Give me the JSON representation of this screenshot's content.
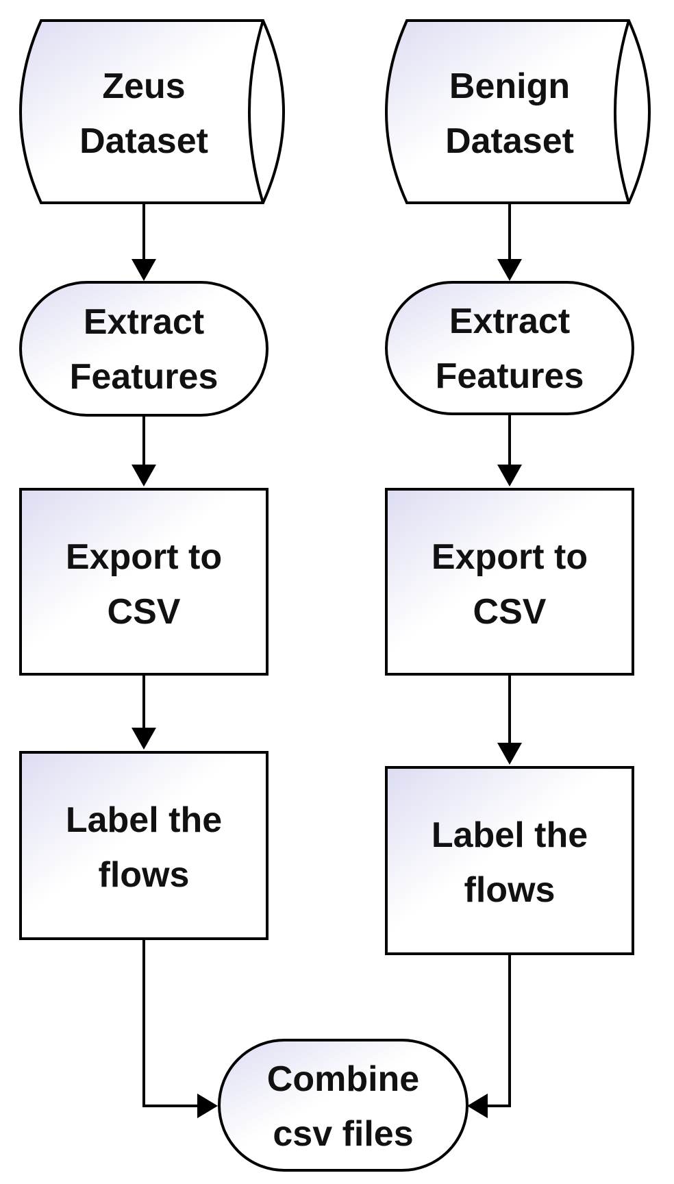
{
  "nodes": {
    "zeus_dataset": {
      "line1": "Zeus",
      "line2": "Dataset"
    },
    "benign_dataset": {
      "line1": "Benign",
      "line2": "Dataset"
    },
    "extract_left": {
      "line1": "Extract",
      "line2": "Features"
    },
    "extract_right": {
      "line1": "Extract",
      "line2": "Features"
    },
    "export_left": {
      "line1": "Export to",
      "line2": "CSV"
    },
    "export_right": {
      "line1": "Export to",
      "line2": "CSV"
    },
    "label_left": {
      "line1": "Label the",
      "line2": "flows"
    },
    "label_right": {
      "line1": "Label the",
      "line2": "flows"
    },
    "combine": {
      "line1": "Combine",
      "line2": "csv files"
    }
  },
  "colors": {
    "stroke": "#000000",
    "text": "#111111",
    "fill_light": "#ffffff",
    "fill_tint": "#dcdcf2"
  }
}
